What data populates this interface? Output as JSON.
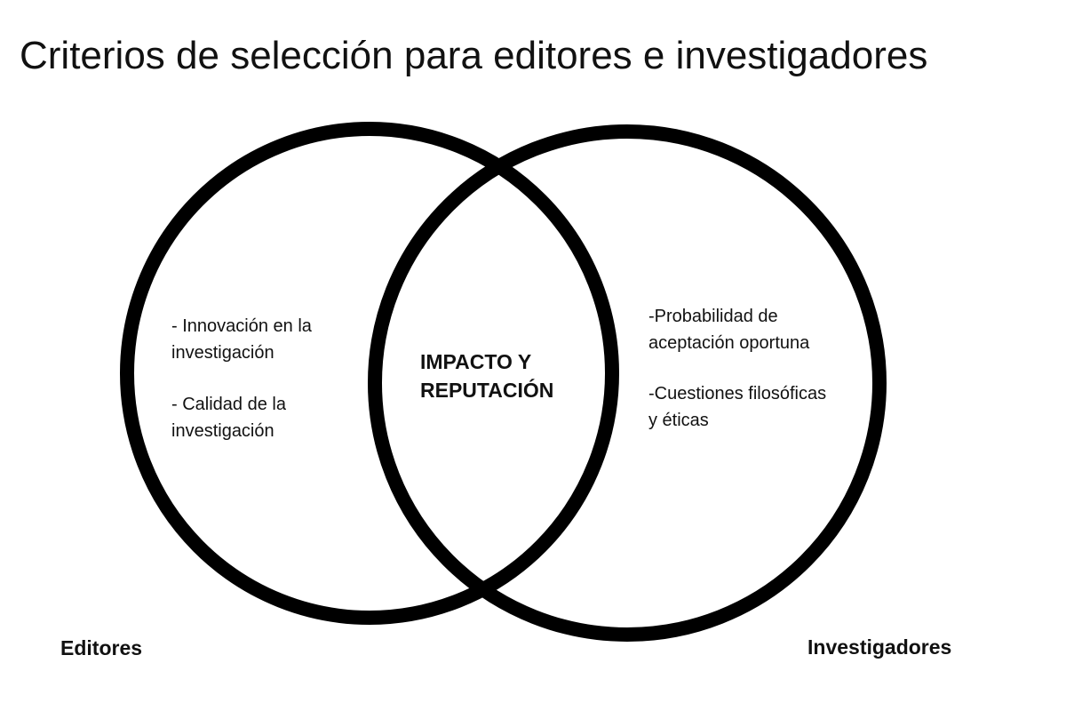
{
  "title": "Criterios de selección para editores e investigadores",
  "left_set": {
    "label": "Editores",
    "items": [
      {
        "line1": "- Innovación en la",
        "line2": "investigación"
      },
      {
        "line1": "- Calidad de la",
        "line2": "investigación"
      }
    ]
  },
  "right_set": {
    "label": "Investigadores",
    "items": [
      {
        "line1": "-Probabilidad de",
        "line2": "aceptación oportuna"
      },
      {
        "line1": "-Cuestiones filosóficas",
        "line2": "y éticas"
      }
    ]
  },
  "intersection": {
    "line1": "IMPACTO Y",
    "line2": "REPUTACIÓN"
  },
  "colors": {
    "stroke": "#000000",
    "background": "#ffffff"
  }
}
